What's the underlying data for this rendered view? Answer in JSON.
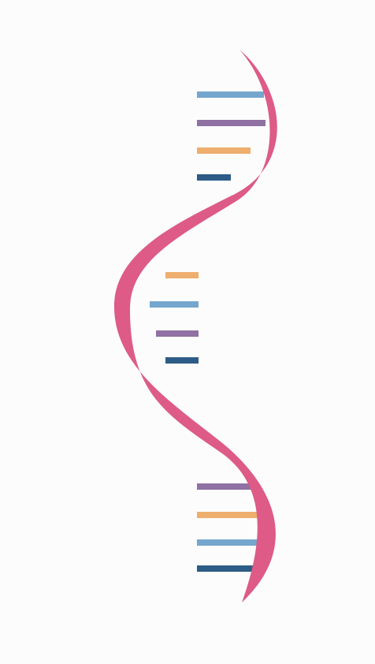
{
  "diagram": {
    "strand_color": "#dd5b86",
    "rung_colors": {
      "light_blue": "#6ea2cb",
      "purple": "#8b6a9f",
      "orange": "#eeaa67",
      "navy": "#225480"
    },
    "rungs": [
      {
        "color": "light_blue"
      },
      {
        "color": "purple"
      },
      {
        "color": "orange"
      },
      {
        "color": "navy"
      },
      {
        "color": "orange"
      },
      {
        "color": "light_blue"
      },
      {
        "color": "purple"
      },
      {
        "color": "navy"
      },
      {
        "color": "purple"
      },
      {
        "color": "orange"
      },
      {
        "color": "light_blue"
      },
      {
        "color": "navy"
      }
    ]
  }
}
